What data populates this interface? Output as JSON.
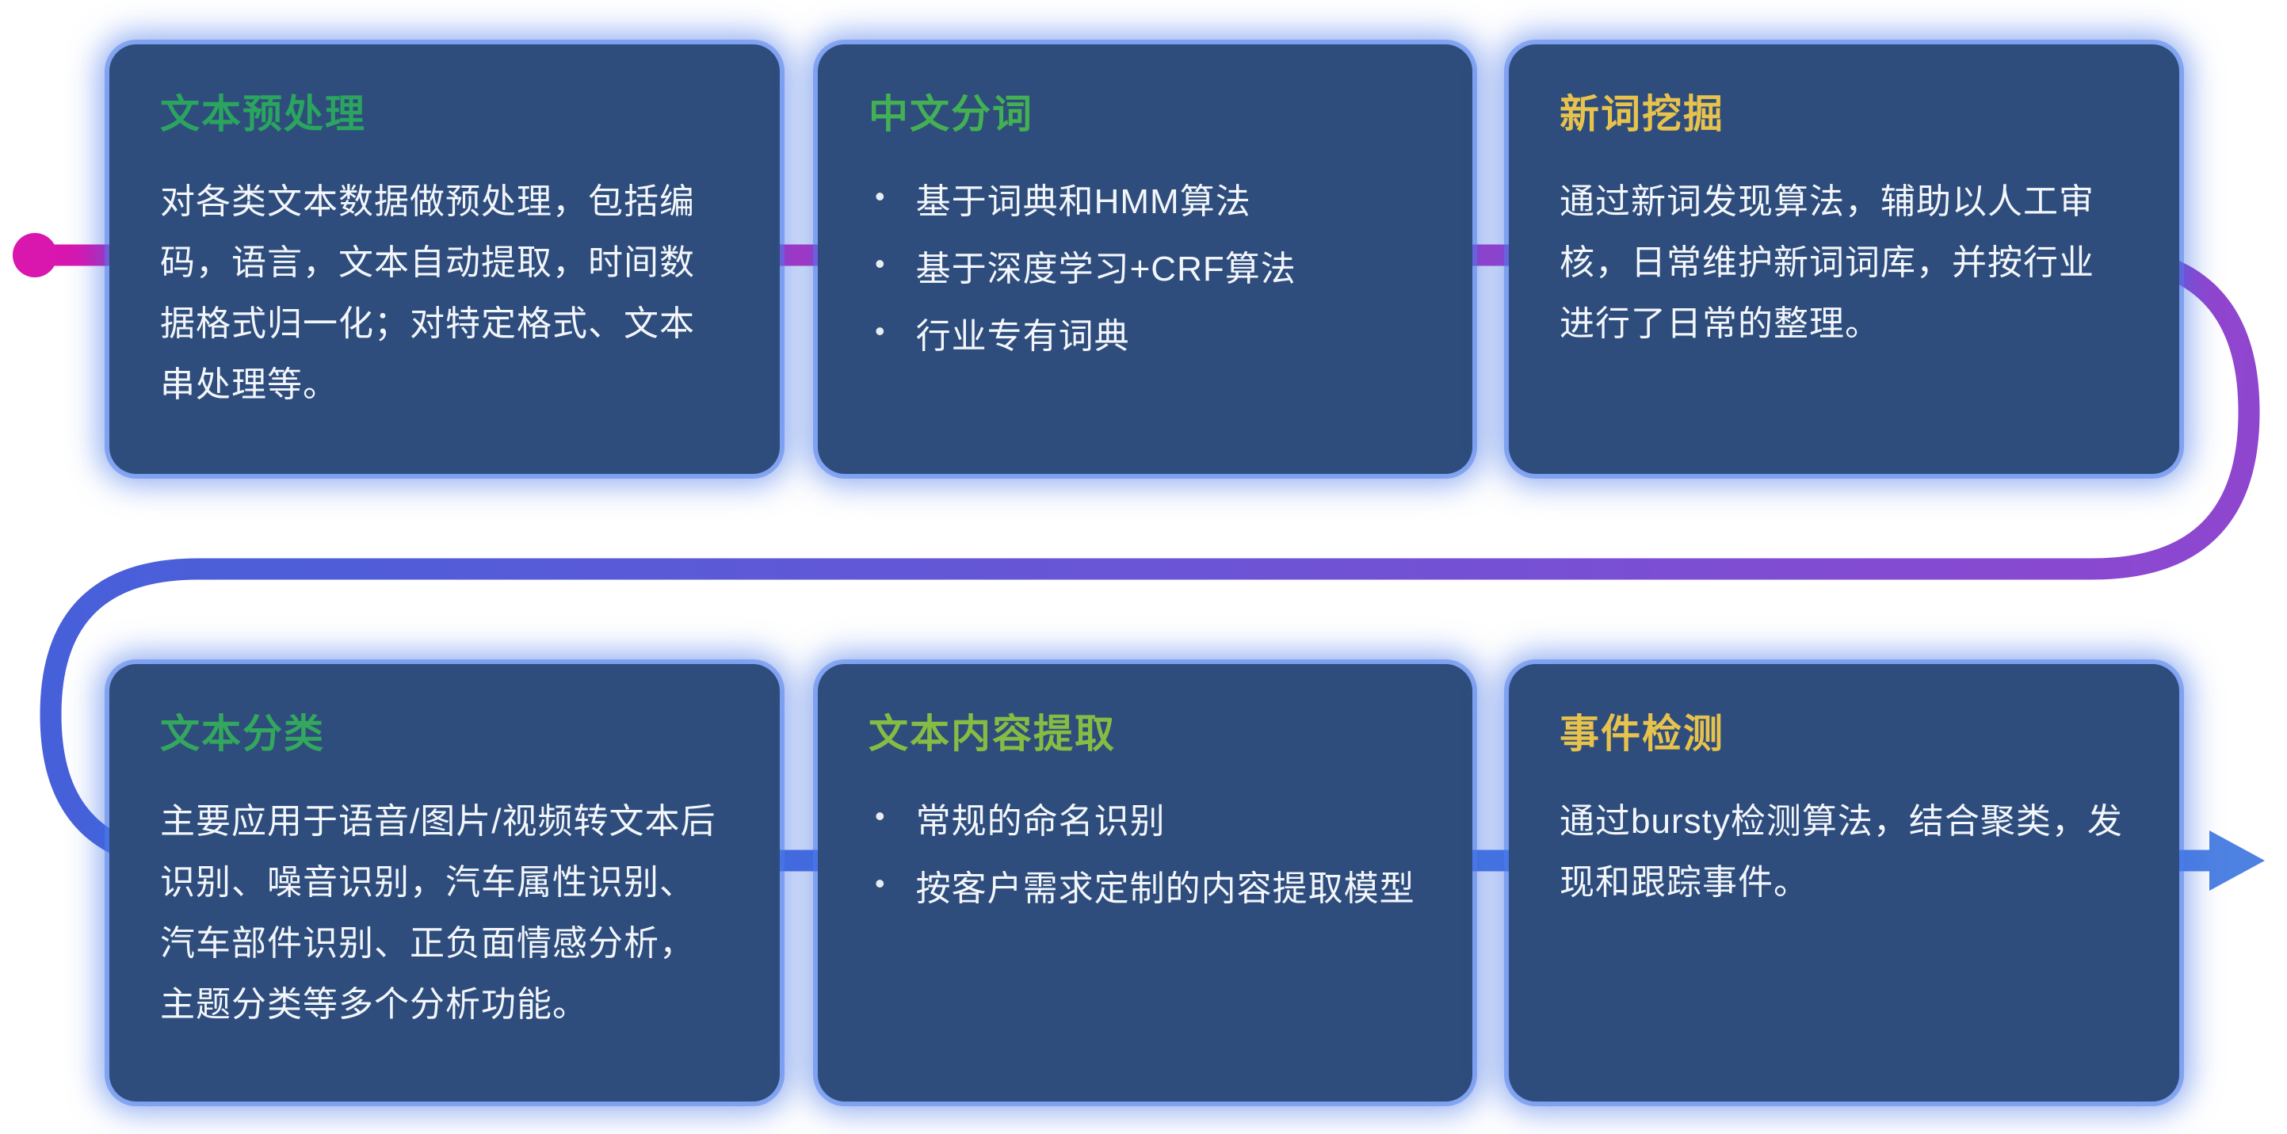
{
  "theme": {
    "page_bg": "#ffffff",
    "card_bg": "#2e4d7c",
    "card_glow_ring": "rgba(77,126,235,0.50)",
    "card_glow_halo": "rgba(56,108,230,0.55)",
    "body_text": "#f3f6fb"
  },
  "ui": {
    "bullet_char": "•"
  },
  "flow": {
    "start_dot_color": "#d916ae",
    "arrow_color": "#4e82e2",
    "gradient_top": [
      "#d916ae",
      "#c02cbd",
      "#8f46cf"
    ],
    "gradient_middle": [
      "#8f46cf",
      "#6a55d6",
      "#4660d9"
    ],
    "gradient_bottom": [
      "#4660d9",
      "#4e82e2"
    ]
  },
  "cards": [
    {
      "title": "文本预处理",
      "title_color": "#2aa45f",
      "body": "对各类文本数据做预处理，包括编码，语言，文本自动提取，时间数据格式归一化；对特定格式、文本串处理等。",
      "bullets": []
    },
    {
      "title": "中文分词",
      "title_color": "#43b153",
      "body": "",
      "bullets": [
        "基于词典和HMM算法",
        "基于深度学习+CRF算法",
        "行业专有词典"
      ]
    },
    {
      "title": "新词挖掘",
      "title_color": "#e7c24c",
      "body": "通过新词发现算法，辅助以人工审核，日常维护新词词库，并按行业进行了日常的整理。",
      "bullets": []
    },
    {
      "title": "文本分类",
      "title_color": "#33a75d",
      "body": "主要应用于语音/图片/视频转文本后识别、噪音识别，汽车属性识别、汽车部件识别、正负面情感分析，主题分类等多个分析功能。",
      "bullets": []
    },
    {
      "title": "文本内容提取",
      "title_color": "#86bc43",
      "body": "",
      "bullets": [
        "常规的命名识别",
        "按客户需求定制的内容提取模型"
      ]
    },
    {
      "title": "事件检测",
      "title_color": "#e7c24c",
      "body": "通过bursty检测算法，结合聚类，发现和跟踪事件。",
      "bullets": []
    }
  ]
}
